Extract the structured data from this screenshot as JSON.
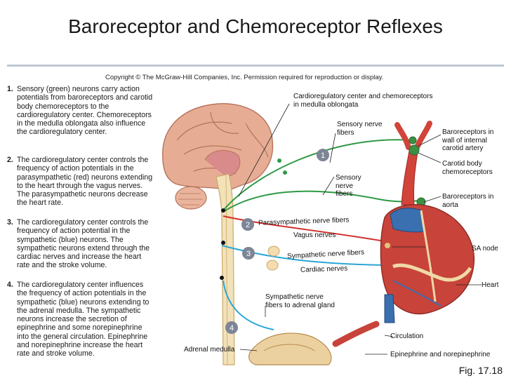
{
  "title": "Baroreceptor and Chemoreceptor Reflexes",
  "copyright": "Copyright © The McGraw-Hill Companies, Inc. Permission required for reproduction or display.",
  "steps": [
    {
      "num": "1.",
      "text": "Sensory (green) neurons carry action potentials from baroreceptors and carotid body chemoreceptors to the cardioregulatory center. Chemoreceptors in the medulla oblongata also influence the cardioregulatory center."
    },
    {
      "num": "2.",
      "text": "The cardioregulatory center controls the frequency of action potentials in the parasympathetic (red) neurons extending to the heart through the vagus nerves. The parasympathetic neurons decrease the heart rate."
    },
    {
      "num": "3.",
      "text": "The cardioregulatory center controls the frequency of action potential in the sympathetic (blue) neurons. The sympathetic neurons extend through the cardiac nerves and increase the heart rate and the stroke volume."
    },
    {
      "num": "4.",
      "text": "The cardioregulatory center influences the frequency of action potentials in the sympathetic (blue) neurons extending to the adrenal medulla. The sympathetic neurons increase the secretion of epinephrine and some norepinephrine into the general circulation. Epinephrine and norepinephrine increase the heart rate and stroke volume."
    }
  ],
  "labels": {
    "cardio_center": "Cardioregulatory center and chemoreceptors in medulla oblongata",
    "sensory_top": "Sensory nerve fibers",
    "sensory_mid": "Sensory nerve fibers",
    "baro_carotid": "Baroreceptors in wall of internal carotid artery",
    "carotid_body": "Carotid body chemoreceptors",
    "baro_aorta": "Baroreceptors in aorta",
    "parasym": "Parasympathetic nerve fibers",
    "vagus": "Vagus nerves",
    "sym": "Sympathetic nerve fibers",
    "cardiac": "Cardiac nerves",
    "sa_node": "SA node",
    "heart": "Heart",
    "sym_adrenal": "Sympathetic nerve fibers to adrenal gland",
    "circulation": "Circulation",
    "epi": "Epinephrine and norepinephrine",
    "adrenal": "Adrenal medulla"
  },
  "badges": [
    "1",
    "2",
    "3",
    "4"
  ],
  "figure": "Fig. 17.18",
  "colors": {
    "sensory": "#2e9a45",
    "parasympathetic": "#d0302a",
    "sympathetic": "#2aa6d6",
    "badge": "#7d8596",
    "brain": "#e2a890",
    "spinal": "#f0dfb8",
    "heart": "#c8433a",
    "vessel_blue": "#3a6fb0"
  }
}
